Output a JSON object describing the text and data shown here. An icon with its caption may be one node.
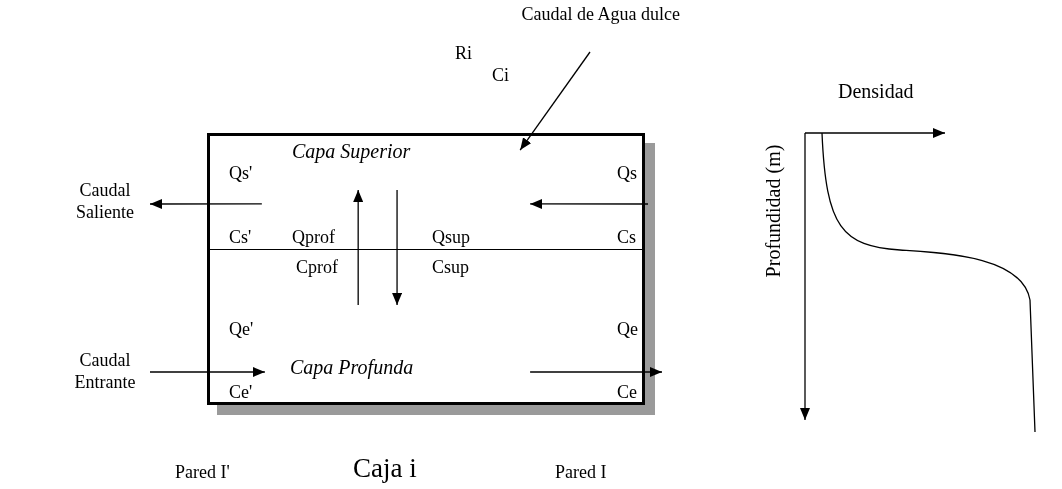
{
  "diagram": {
    "nodes": [
      {
        "text": [
          "Caudal de Agua dulce"
        ]
      },
      {
        "text": [
          "Caja i"
        ]
      },
      {
        "text": [
          "Capa Superior"
        ],
        "in": 1
      },
      {
        "text": [
          "Capa Profunda"
        ],
        "in": 1
      },
      {
        "text": [
          "Caudal Saliente"
        ]
      },
      {
        "text": [
          "Caudal Entrante"
        ]
      }
    ],
    "edges": [
      {
        "from": 0,
        "to": 2,
        "arrow": "to"
      },
      {
        "from": 2,
        "to": 4,
        "arrow": "to"
      },
      {
        "from": null,
        "to": 2,
        "arrow": "to"
      },
      {
        "from": 3,
        "to": 2,
        "arrow": "to"
      },
      {
        "from": 2,
        "to": 3,
        "arrow": "to"
      },
      {
        "from": 5,
        "to": 3,
        "arrow": "to"
      },
      {
        "from": 3,
        "to": null,
        "arrow": "to"
      }
    ],
    "labels": [
      "Ri",
      "Ci",
      "Densidad",
      "Profundidad (m)",
      "Qs'",
      "Qs",
      "Cs'",
      "Qprof",
      "Qsup",
      "Cs",
      "Cprof",
      "Csup",
      "Qe'",
      "Qe",
      "Ce'",
      "Ce",
      "Pared I'",
      "Pared I"
    ]
  }
}
